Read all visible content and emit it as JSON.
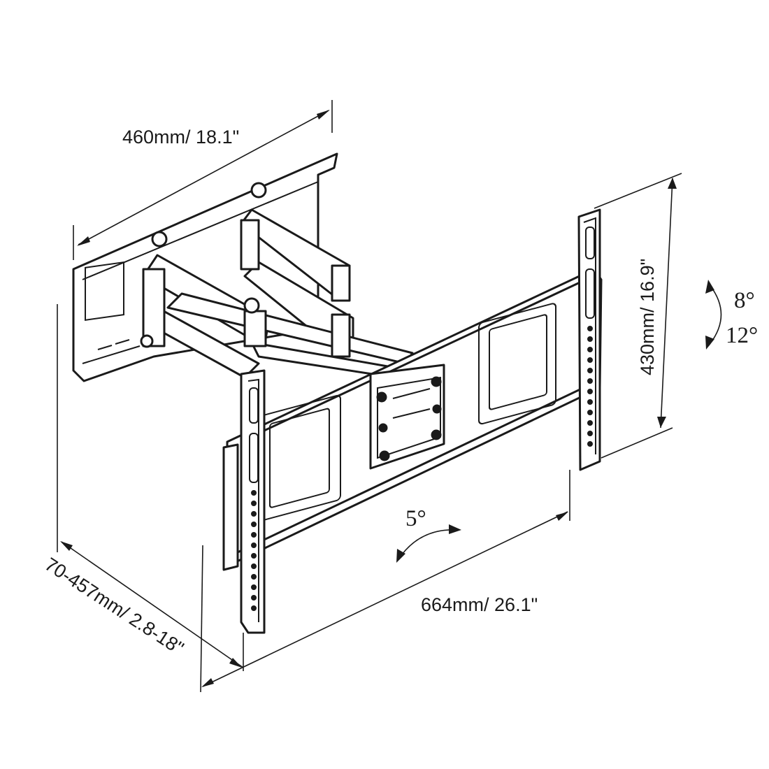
{
  "dimensions": {
    "width_top": "460mm/ 18.1\"",
    "height_right": "430mm/ 16.9\"",
    "width_bottom": "664mm/ 26.1\"",
    "extension_left": "70-457mm/ 2.8-18\""
  },
  "angles": {
    "tilt_up": "8°",
    "tilt_down": "12°",
    "swivel": "5°"
  }
}
